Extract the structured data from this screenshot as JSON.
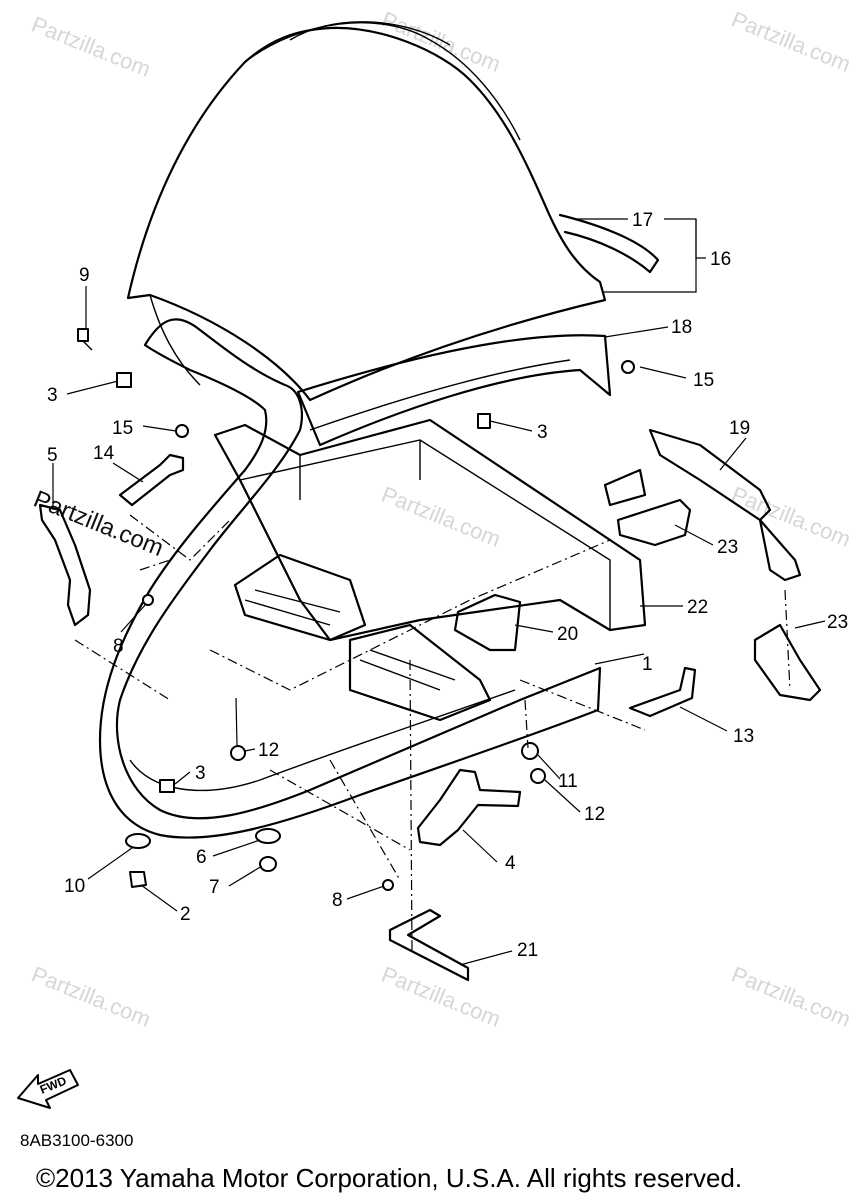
{
  "watermark": {
    "brand": "Partzilla.com"
  },
  "fwd_label": "FWD",
  "diagram_code": "8AB3100-6300",
  "copyright": "©2013  Yamaha Motor Corporation, U.S.A. All rights reserved.",
  "callouts": [
    "1",
    "2",
    "3",
    "4",
    "5",
    "6",
    "7",
    "8",
    "9",
    "10",
    "11",
    "12",
    "13",
    "14",
    "15",
    "16",
    "17",
    "18",
    "19",
    "20",
    "21",
    "22",
    "23"
  ]
}
